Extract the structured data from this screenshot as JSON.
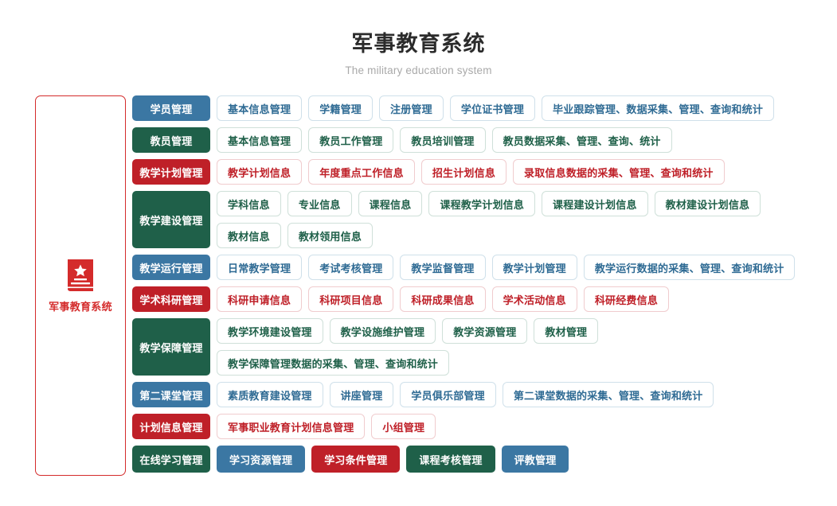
{
  "header": {
    "title": "军事教育系统",
    "subtitle": "The military education system"
  },
  "sidebar": {
    "icon": "book-star-icon",
    "label": "军事教育系统",
    "color": "#d42b2b"
  },
  "colors": {
    "blue": "#3b77a3",
    "green": "#1f6049",
    "red": "#bf2028"
  },
  "rows": [
    {
      "category": "学员管理",
      "theme": "blue",
      "items": [
        "基本信息管理",
        "学籍管理",
        "注册管理",
        "学位证书管理",
        "毕业跟踪管理、数据采集、管理、查询和统计"
      ]
    },
    {
      "category": "教员管理",
      "theme": "green",
      "items": [
        "基本信息管理",
        "教员工作管理",
        "教员培训管理",
        "教员数据采集、管理、查询、统计"
      ]
    },
    {
      "category": "教学计划管理",
      "theme": "red",
      "items": [
        "教学计划信息",
        "年度重点工作信息",
        "招生计划信息",
        "录取信息数据的采集、管理、查询和统计"
      ]
    },
    {
      "category": "教学建设管理",
      "theme": "green",
      "items": [
        "学科信息",
        "专业信息",
        "课程信息",
        "课程教学计划信息",
        "课程建设计划信息",
        "教材建设计划信息",
        "教材信息",
        "教材领用信息"
      ]
    },
    {
      "category": "教学运行管理",
      "theme": "blue",
      "items": [
        "日常教学管理",
        "考试考核管理",
        "教学监督管理",
        "教学计划管理",
        "教学运行数据的采集、管理、查询和统计"
      ]
    },
    {
      "category": "学术科研管理",
      "theme": "red",
      "items": [
        "科研申请信息",
        "科研项目信息",
        "科研成果信息",
        "学术活动信息",
        "科研经费信息"
      ]
    },
    {
      "category": "教学保障管理",
      "theme": "green",
      "items": [
        "教学环境建设管理",
        "教学设施维护管理",
        "教学资源管理",
        "教材管理",
        "教学保障管理数据的采集、管理、查询和统计"
      ]
    },
    {
      "category": "第二课堂管理",
      "theme": "blue",
      "items": [
        "素质教育建设管理",
        "讲座管理",
        "学员俱乐部管理",
        "第二课堂数据的采集、管理、查询和统计"
      ]
    },
    {
      "category": "计划信息管理",
      "theme": "red",
      "items": [
        "军事职业教育计划信息管理",
        "小组管理"
      ]
    },
    {
      "category": "在线学习管理",
      "theme": "green",
      "solid": true,
      "items": [
        "学习资源管理",
        "学习条件管理",
        "课程考核管理",
        "评教管理"
      ],
      "item_fills": [
        "blue",
        "red",
        "green",
        "blue"
      ]
    }
  ]
}
